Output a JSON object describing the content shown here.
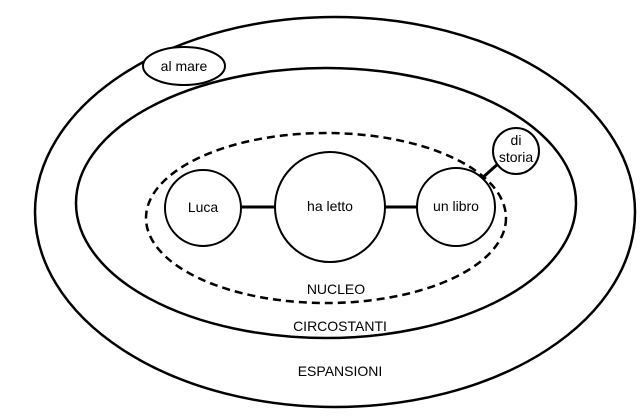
{
  "zones": {
    "outer": "ESPANSIONI",
    "middle": "CIRCOSTANTI",
    "inner": "NUCLEO"
  },
  "nodes": {
    "subject": "Luca",
    "verb": "ha letto",
    "object": "un libro",
    "attribute_line1": "di",
    "attribute_line2": "storia",
    "expansion": "al mare"
  },
  "colors": {
    "stroke": "#000000",
    "background": "#ffffff"
  }
}
